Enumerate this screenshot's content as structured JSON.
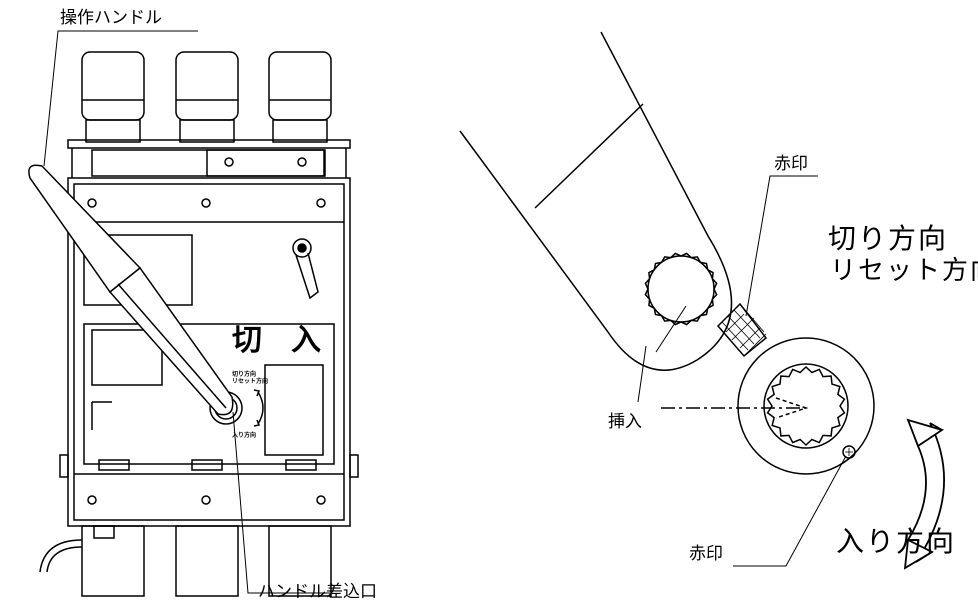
{
  "left_figure": {
    "callout_handle": "操作ハンドル",
    "callout_socket": "ハンドル差込口",
    "panel_off": "切",
    "panel_on": "入",
    "tiny_off_direction": "切り方向",
    "tiny_reset_direction": "リセット方向",
    "tiny_on_direction": "入り方向"
  },
  "right_figure": {
    "red_mark_top": "赤印",
    "red_mark_bottom": "赤印",
    "insert": "挿入",
    "off_direction": "切り方向",
    "reset_direction": "リセット方向",
    "on_direction": "入り方向"
  },
  "colors": {
    "line": "#000000",
    "background": "#ffffff"
  }
}
